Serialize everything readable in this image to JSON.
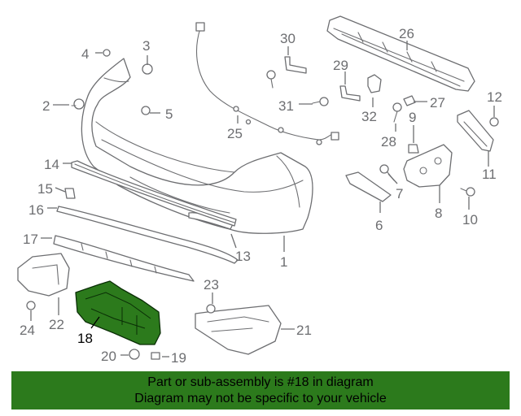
{
  "callouts": [
    {
      "id": "p1",
      "label": "1"
    },
    {
      "id": "p2",
      "label": "2"
    },
    {
      "id": "p3",
      "label": "3"
    },
    {
      "id": "p4",
      "label": "4"
    },
    {
      "id": "p5",
      "label": "5"
    },
    {
      "id": "p6",
      "label": "6"
    },
    {
      "id": "p7",
      "label": "7"
    },
    {
      "id": "p8",
      "label": "8"
    },
    {
      "id": "p9",
      "label": "9"
    },
    {
      "id": "p10",
      "label": "10"
    },
    {
      "id": "p11",
      "label": "11"
    },
    {
      "id": "p12",
      "label": "12"
    },
    {
      "id": "p13",
      "label": "13"
    },
    {
      "id": "p14",
      "label": "14"
    },
    {
      "id": "p15",
      "label": "15"
    },
    {
      "id": "p16",
      "label": "16"
    },
    {
      "id": "p17",
      "label": "17"
    },
    {
      "id": "p18",
      "label": "18",
      "highlighted": true
    },
    {
      "id": "p19",
      "label": "19"
    },
    {
      "id": "p20",
      "label": "20"
    },
    {
      "id": "p21",
      "label": "21"
    },
    {
      "id": "p22",
      "label": "22"
    },
    {
      "id": "p23",
      "label": "23"
    },
    {
      "id": "p24",
      "label": "24"
    },
    {
      "id": "p25",
      "label": "25"
    },
    {
      "id": "p26",
      "label": "26"
    },
    {
      "id": "p27",
      "label": "27"
    },
    {
      "id": "p28",
      "label": "28"
    },
    {
      "id": "p29",
      "label": "29"
    },
    {
      "id": "p30",
      "label": "30"
    },
    {
      "id": "p31",
      "label": "31"
    },
    {
      "id": "p32",
      "label": "32"
    }
  ],
  "highlight_color": "#2c7a1c",
  "line_color": "#6d6e71",
  "banner": {
    "line1": "Part or sub-assembly is #18 in diagram",
    "line2": "Diagram may not be specific to your vehicle"
  }
}
